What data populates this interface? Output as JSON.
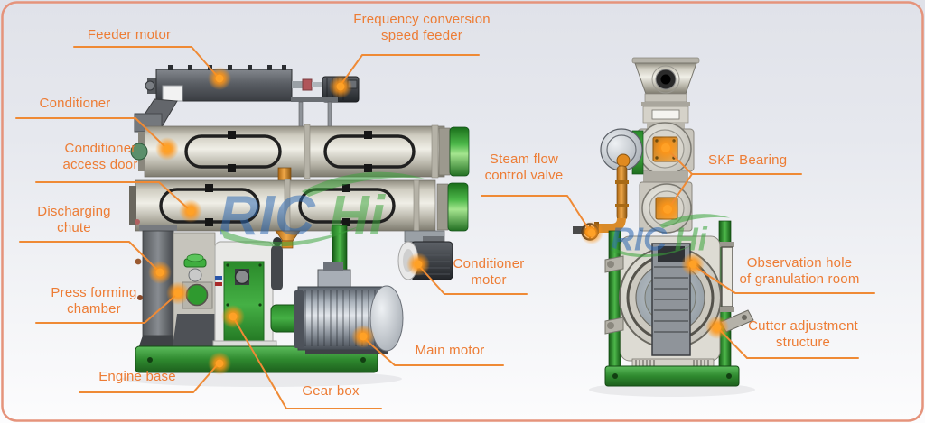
{
  "diagram": {
    "description": "Labeled technical diagram of a ring die pellet mill, side view (left) and front view (right)",
    "brand_watermark": {
      "part1": "RIC",
      "part2": "Hi"
    },
    "colors": {
      "label_text": "#ED7C34",
      "leader_line": "#EF8A35",
      "highlight_glow": "#FF9516",
      "machine_green": "#2E8B2E",
      "machine_gray": "#C9C6BD",
      "pipe_orange": "#E28C22",
      "border": "#E5937B",
      "watermark_blue": "#2A66B0",
      "watermark_green": "#3AA53A"
    },
    "labels": {
      "feeder_motor": {
        "text": "Feeder motor"
      },
      "frequency_feeder": {
        "line1": "Frequency conversion",
        "line2": "speed feeder"
      },
      "conditioner": {
        "text": "Conditioner"
      },
      "conditioner_access_door": {
        "line1": "Conditioner",
        "line2": "access door"
      },
      "discharging_chute": {
        "line1": "Discharging",
        "line2": "chute"
      },
      "press_forming_chamber": {
        "line1": "Press forming",
        "line2": "chamber"
      },
      "engine_base": {
        "text": "Engine base"
      },
      "gear_box": {
        "text": "Gear box"
      },
      "main_motor": {
        "text": "Main motor"
      },
      "conditioner_motor": {
        "line1": "Conditioner",
        "line2": "motor"
      },
      "steam_flow_control_valve": {
        "line1": "Steam flow",
        "line2": "control valve"
      },
      "skf_bearing": {
        "text": "SKF Bearing"
      },
      "observation_hole": {
        "line1": "Observation hole",
        "line2": "of granulation room"
      },
      "cutter_adjustment": {
        "line1": "Cutter adjustment",
        "line2": "structure"
      }
    }
  }
}
